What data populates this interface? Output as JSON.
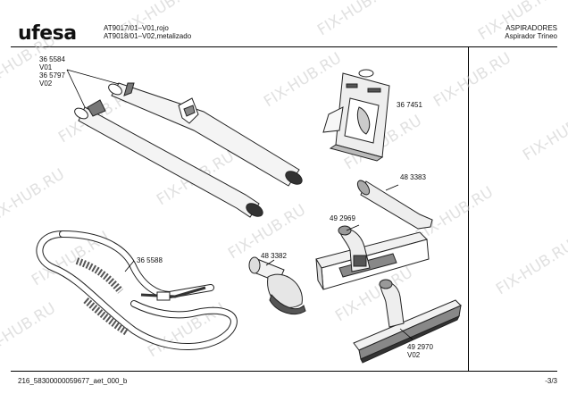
{
  "brand": "ufesa",
  "header": {
    "models": [
      "AT9017/01–V01,rojo",
      "AT9018/01–V02,metalizado"
    ],
    "category": [
      "ASPIRADORES",
      "Aspirador Trineo"
    ]
  },
  "parts": {
    "tubes": [
      "36 5584",
      "V01",
      "36 5797",
      "V02"
    ],
    "bags": "36 7451",
    "hose": "36 5588",
    "crevice_tool": "48 3383",
    "floor_brush": "49 2969",
    "upholstery_brush": "48 3382",
    "parquet_brush": [
      "49 2970",
      "V02"
    ]
  },
  "footer": {
    "doc_id": "216_58300000059677_aet_000_b",
    "page": "-3/3"
  },
  "watermark": "FIX-HUB.RU"
}
